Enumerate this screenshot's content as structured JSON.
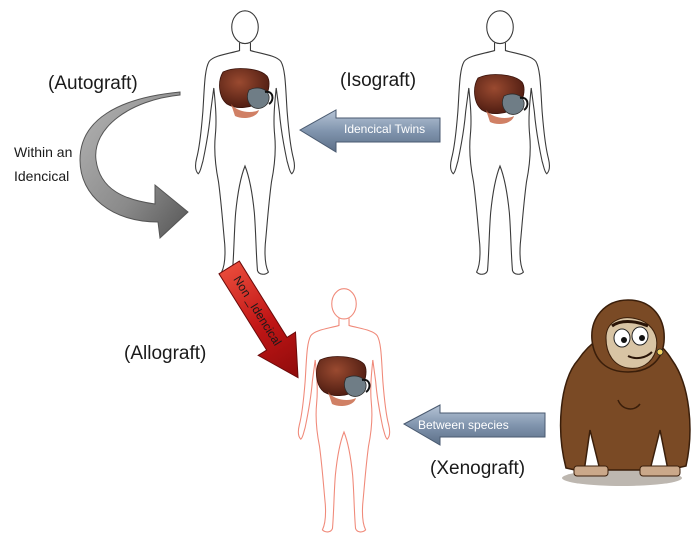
{
  "labels": {
    "autograft": "(Autograft)",
    "isograft": "(Isograft)",
    "allograft": "(Allograft)",
    "xenograft": "(Xenograft)"
  },
  "arrows": {
    "within_line1": "Within an",
    "within_line2": "Idencical",
    "identical_twins": "Idencical  Twins",
    "non_identical": "Non _Idencical",
    "between_species": "Between species"
  },
  "colors": {
    "body_outline_black": "#3a3a3a",
    "body_outline_red": "#f08a7a",
    "curved_arrow_gray": "#8f8f8f",
    "blue_arrow": "#7f93ad",
    "red_arrow": "#cc1a1a",
    "liver": "#6b2a1c",
    "gorilla_fur": "#7a4a25",
    "gorilla_face": "#d8c4a4"
  }
}
